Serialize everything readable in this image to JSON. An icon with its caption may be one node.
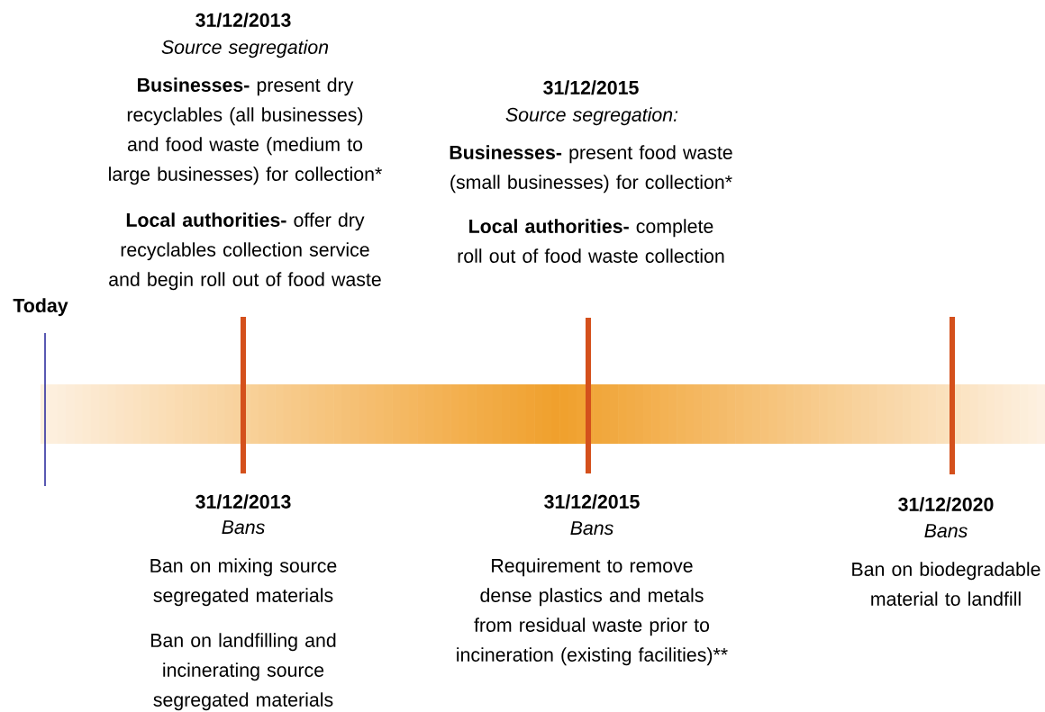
{
  "diagram": {
    "labels": [
      "31/12/2013",
      "Source segregation",
      "**Businesses-** present dry recyclables (all businesses) and food waste (medium to large businesses) for collection*",
      "**Local authorities-** offer dry recyclables collection service and begin roll out of food waste",
      "31/12/2015",
      "Source segregation:",
      "**Businesses-** present food waste (small businesses) for collection*",
      "**Local authorities-** complete roll out of food waste collection",
      "Today",
      "31/12/2013",
      "Bans",
      "Ban on mixing source segregated materials",
      "Ban on landfilling and incinerating source segregated materials",
      "31/12/2015",
      "Bans",
      "Requirement to remove dense plastics and metals from residual waste prior to incineration (existing facilities)**",
      "31/12/2020",
      "Bans",
      "Ban on biodegradable material to landfill"
    ]
  }
}
